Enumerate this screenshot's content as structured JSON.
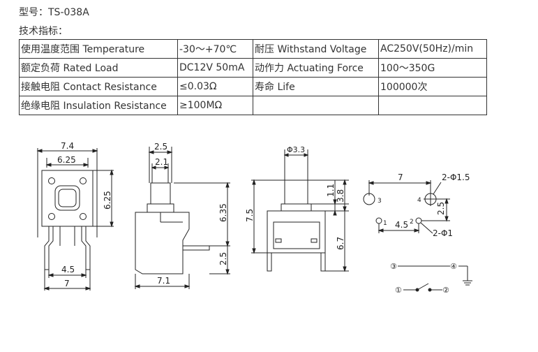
{
  "header": {
    "model": "型号：TS-038A",
    "spec_title": "技术指标："
  },
  "spec_table": [
    [
      "使用温度范围 Temperature",
      "-30～+70℃",
      "耐压 Withstand Voltage",
      "AC250V(50Hz)/min"
    ],
    [
      "额定负荷 Rated Load",
      "DC12V 50mA",
      "动作力 Actuating Force",
      "100～350G"
    ],
    [
      "接触电阻 Contact Resistance",
      "≤0.03Ω",
      "寿命 Life",
      "100000次"
    ],
    [
      "绝缘电阻 Insulation Resistance",
      "≥100MΩ",
      "",
      ""
    ]
  ],
  "drawing": {
    "front": {
      "w_top": "7.4",
      "w_inner": "6.25",
      "h_body": "6.25",
      "pin_pitch": "4.5",
      "w_bottom": "7"
    },
    "side": {
      "w_top": "2.5",
      "w_inner": "2.1",
      "h_total": "6.35",
      "h_pin": "2.5",
      "w_bottom": "7.1"
    },
    "back": {
      "dia": "Φ3.3",
      "h_small": "1.1",
      "h_mid": "3.8",
      "h_left": "7.5",
      "h_right": "6.7"
    },
    "pcb": {
      "spacing": "7",
      "holes_large": "2-Φ1.5",
      "pitch_v": "2.5",
      "pitch_h": "4.5",
      "holes_small": "2-Φ1",
      "pin1": "1",
      "pin2": "2",
      "pin3": "3",
      "pin4": "4"
    },
    "schematic": {
      "n1": "①",
      "n2": "②",
      "n3": "③",
      "n4": "④"
    }
  }
}
